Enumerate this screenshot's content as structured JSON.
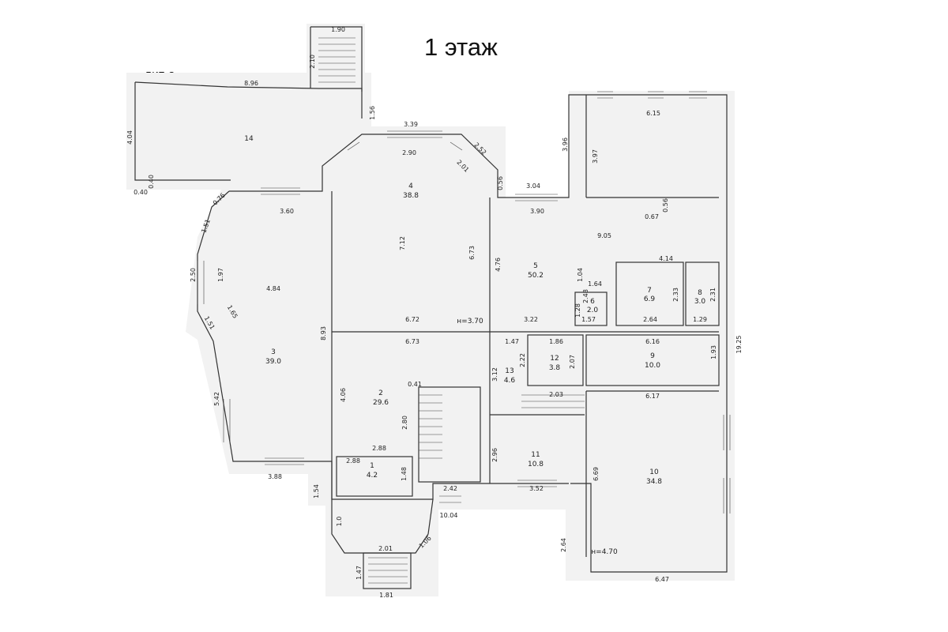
{
  "title": "1 этаж",
  "annex_label": "лит а",
  "rooms": [
    {
      "num": "1",
      "area": "4.2"
    },
    {
      "num": "2",
      "area": "29.6"
    },
    {
      "num": "3",
      "area": "39.0"
    },
    {
      "num": "4",
      "area": "38.8"
    },
    {
      "num": "5",
      "area": "50.2"
    },
    {
      "num": "6",
      "area": "2.0"
    },
    {
      "num": "7",
      "area": "6.9"
    },
    {
      "num": "8",
      "area": "3.0"
    },
    {
      "num": "9",
      "area": "10.0"
    },
    {
      "num": "10",
      "area": "34.8"
    },
    {
      "num": "11",
      "area": "10.8"
    },
    {
      "num": "12",
      "area": "3.8"
    },
    {
      "num": "13",
      "area": "4.6"
    },
    {
      "num": "14",
      "area": ""
    }
  ],
  "heights": {
    "h1": "н=3.70",
    "h2": "н=4.70"
  },
  "dims": {
    "d1": "1.90",
    "d2": "2.10",
    "d3": "8.96",
    "d4": "1.56",
    "d5": "4.04",
    "d6": "0.40",
    "d7": "0.40",
    "d8": "3.39",
    "d9": "2.90",
    "d10": "2.52",
    "d11": "2.01",
    "d12": "0.56",
    "d13": "3.96",
    "d14": "3.04",
    "d15": "3.90",
    "d16": "6.15",
    "d17": "3.97",
    "d18": "0.67",
    "d19": "0.56",
    "d20": "9.05",
    "d21": "0.76",
    "d22": "1.51",
    "d23": "3.60",
    "d24": "7.12",
    "d25": "6.73",
    "d26": "4.76",
    "d27": "4.14",
    "d28": "1.04",
    "d29": "1.64",
    "d30": "2.50",
    "d31": "1.97",
    "d32": "4.84",
    "d33": "2.48",
    "d34": "1.28",
    "d35": "2.33",
    "d36": "2.31",
    "d37": "1.65",
    "d38": "1.51",
    "d39": "8.93",
    "d40": "6.72",
    "d41": "3.22",
    "d42": "1.57",
    "d43": "2.64",
    "d44": "1.29",
    "d45": "19.25",
    "d46": "6.73",
    "d47": "1.47",
    "d48": "1.86",
    "d49": "6.16",
    "d50": "1.93",
    "d51": "3.12",
    "d52": "2.22",
    "d53": "2.07",
    "d54": "0.41",
    "d55": "4.06",
    "d56": "2.03",
    "d57": "6.17",
    "d58": "5.42",
    "d59": "2.80",
    "d60": "2.88",
    "d61": "2.88",
    "d62": "1.48",
    "d63": "2.96",
    "d64": "6.69",
    "d65": "3.88",
    "d66": "1.54",
    "d67": "2.42",
    "d68": "3.52",
    "d69": "10.04",
    "d70": "1.0",
    "d71": "2.01",
    "d72": "1.06",
    "d73": "2.64",
    "d74": "1.47",
    "d75": "1.81",
    "d76": "6.47"
  }
}
